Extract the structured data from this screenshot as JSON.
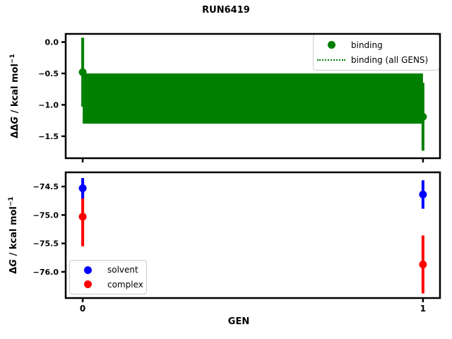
{
  "title": "RUN6419",
  "xlabel": "GEN",
  "chart_data": [
    {
      "type": "scatter",
      "subplot": "top",
      "ylabel": "ΔΔG / kcal mol⁻¹",
      "ylabel_parts": {
        "delta": "ΔΔ",
        "symbol": "G",
        "unit": " / kcal mol",
        "sup": "−1"
      },
      "x": [
        0,
        1
      ],
      "series": [
        {
          "name": "binding",
          "color": "#008000",
          "y": [
            -0.48,
            -1.19
          ],
          "yerr": [
            0.55,
            0.54
          ]
        }
      ],
      "band": {
        "name": "binding (all GENS)",
        "color": "#008000",
        "line_style": "dotted",
        "center": -0.9,
        "halfwidth": 0.4,
        "x_range": [
          0,
          1
        ]
      },
      "xlim": [
        -0.05,
        1.05
      ],
      "ylim": [
        -1.85,
        0.13
      ],
      "yticks": [
        0.0,
        -0.5,
        -1.0,
        -1.5
      ],
      "ytick_labels": [
        "0.0",
        "−0.5",
        "−1.0",
        "−1.5"
      ],
      "xticks": [
        0,
        1
      ],
      "xtick_labels": [
        "",
        ""
      ],
      "grid": false,
      "legend": {
        "position": "upper right",
        "entries": [
          {
            "label": "binding",
            "marker": "dot",
            "color": "#008000"
          },
          {
            "label": "binding (all GENS)",
            "marker": "dotted-line",
            "color": "#008000"
          }
        ]
      }
    },
    {
      "type": "scatter",
      "subplot": "bottom",
      "ylabel": "ΔG / kcal mol⁻¹",
      "ylabel_parts": {
        "delta": "Δ",
        "symbol": "G",
        "unit": " / kcal mol",
        "sup": "−1"
      },
      "x": [
        0,
        1
      ],
      "series": [
        {
          "name": "solvent",
          "color": "#0000ff",
          "y": [
            -74.53,
            -74.64
          ],
          "yerr": [
            0.18,
            0.25
          ]
        },
        {
          "name": "complex",
          "color": "#ff0000",
          "y": [
            -75.03,
            -75.87
          ],
          "yerr": [
            0.52,
            0.51
          ]
        }
      ],
      "xlim": [
        -0.05,
        1.05
      ],
      "ylim": [
        -76.46,
        -74.25
      ],
      "yticks": [
        -74.5,
        -75.0,
        -75.5,
        -76.0
      ],
      "ytick_labels": [
        "−74.5",
        "−75.0",
        "−75.5",
        "−76.0"
      ],
      "xticks": [
        0,
        1
      ],
      "xtick_labels": [
        "0",
        "1"
      ],
      "grid": false,
      "legend": {
        "position": "lower left",
        "entries": [
          {
            "label": "solvent",
            "marker": "dot",
            "color": "#0000ff"
          },
          {
            "label": "complex",
            "marker": "dot",
            "color": "#ff0000"
          }
        ]
      }
    }
  ],
  "colors": {
    "binding": "#008000",
    "solvent": "#0000ff",
    "complex": "#ff0000",
    "axes": "#000000"
  }
}
